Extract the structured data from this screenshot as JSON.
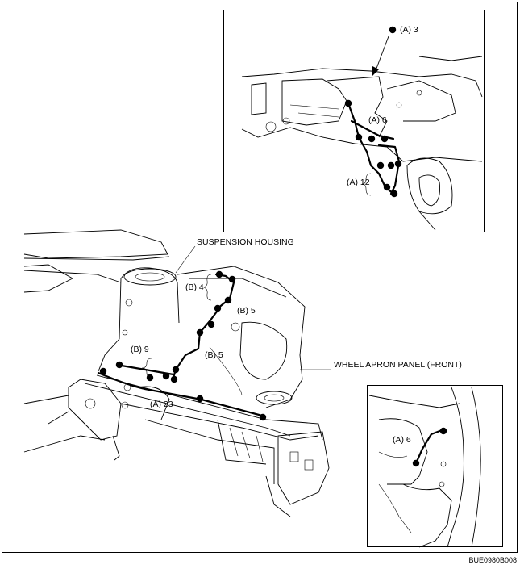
{
  "labels": {
    "suspension_housing": "SUSPENSION HOUSING",
    "wheel_apron_panel_front": "WHEEL APRON PANEL (FRONT)",
    "weld_b4": "(B) 4",
    "weld_b5_upper": "(B) 5",
    "weld_b9": "(B) 9",
    "weld_b5_lower": "(B) 5",
    "weld_a23": "(A) 23",
    "inset_top_a3": "(A) 3",
    "inset_top_a6": "(A) 6",
    "inset_top_a12": "(A) 12",
    "inset_bottom_a6": "(A) 6"
  },
  "diagram_code": "BUE0980B008",
  "colors": {
    "ink": "#000000",
    "paper": "#ffffff"
  }
}
